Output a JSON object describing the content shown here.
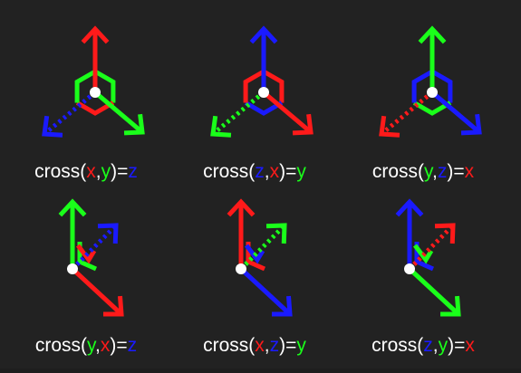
{
  "colors": {
    "x": "#ff1a1a",
    "y": "#1aff1a",
    "z": "#1a1aff",
    "background": "#222222",
    "text": "#ffffff",
    "origin": "#ffffff"
  },
  "panels": [
    {
      "a": "x",
      "b": "y",
      "result": "z",
      "text": {
        "fn": "cross(",
        "a": "x",
        "sep": ",",
        "b": "y",
        "close": ")=",
        "res": "z"
      }
    },
    {
      "a": "z",
      "b": "x",
      "result": "y",
      "text": {
        "fn": "cross(",
        "a": "z",
        "sep": ",",
        "b": "x",
        "close": ")=",
        "res": "y"
      }
    },
    {
      "a": "y",
      "b": "z",
      "result": "x",
      "text": {
        "fn": "cross(",
        "a": "y",
        "sep": ",",
        "b": "z",
        "close": ")=",
        "res": "x"
      }
    },
    {
      "a": "y",
      "b": "x",
      "result": "z",
      "text": {
        "fn": "cross(",
        "a": "y",
        "sep": ",",
        "b": "x",
        "close": ")=",
        "res": "z"
      }
    },
    {
      "a": "x",
      "b": "z",
      "result": "y",
      "text": {
        "fn": "cross(",
        "a": "x",
        "sep": ",",
        "b": "z",
        "close": ")=",
        "res": "y"
      }
    },
    {
      "a": "z",
      "b": "y",
      "result": "x",
      "text": {
        "fn": "cross(",
        "a": "z",
        "sep": ",",
        "b": "y",
        "close": ")=",
        "res": "x"
      }
    }
  ]
}
